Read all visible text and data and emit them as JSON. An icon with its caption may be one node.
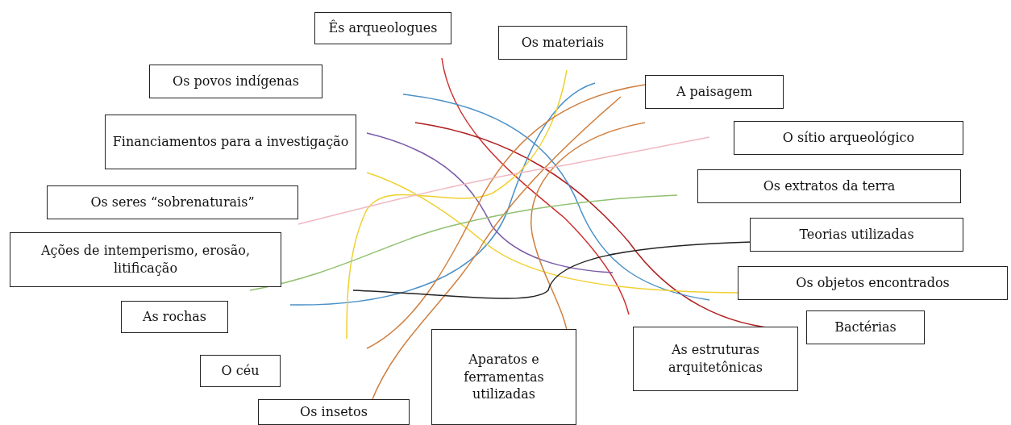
{
  "diagram": {
    "nodes": [
      {
        "text": [
          "Ês arqueologues"
        ]
      },
      {
        "text": [
          "Os materiais"
        ]
      },
      {
        "text": [
          "Os povos indígenas"
        ]
      },
      {
        "text": [
          "A paisagem"
        ]
      },
      {
        "text": [
          "Financiamentos para a investigação"
        ]
      },
      {
        "text": [
          "O sítio arqueológico"
        ]
      },
      {
        "text": [
          "Os seres “sobrenaturais”"
        ]
      },
      {
        "text": [
          "Os extratos da terra"
        ]
      },
      {
        "text": [
          "Ações de intemperismo, erosão, litificação"
        ]
      },
      {
        "text": [
          "Teorias utilizadas"
        ]
      },
      {
        "text": [
          "As rochas"
        ]
      },
      {
        "text": [
          "Os objetos encontrados"
        ]
      },
      {
        "text": [
          "O céu"
        ]
      },
      {
        "text": [
          "Bactérias"
        ]
      },
      {
        "text": [
          "Aparatos e ferramentas utilizadas"
        ]
      },
      {
        "text": [
          "As estruturas arquitetônicas"
        ]
      },
      {
        "text": [
          "Os insetos"
        ]
      }
    ]
  }
}
